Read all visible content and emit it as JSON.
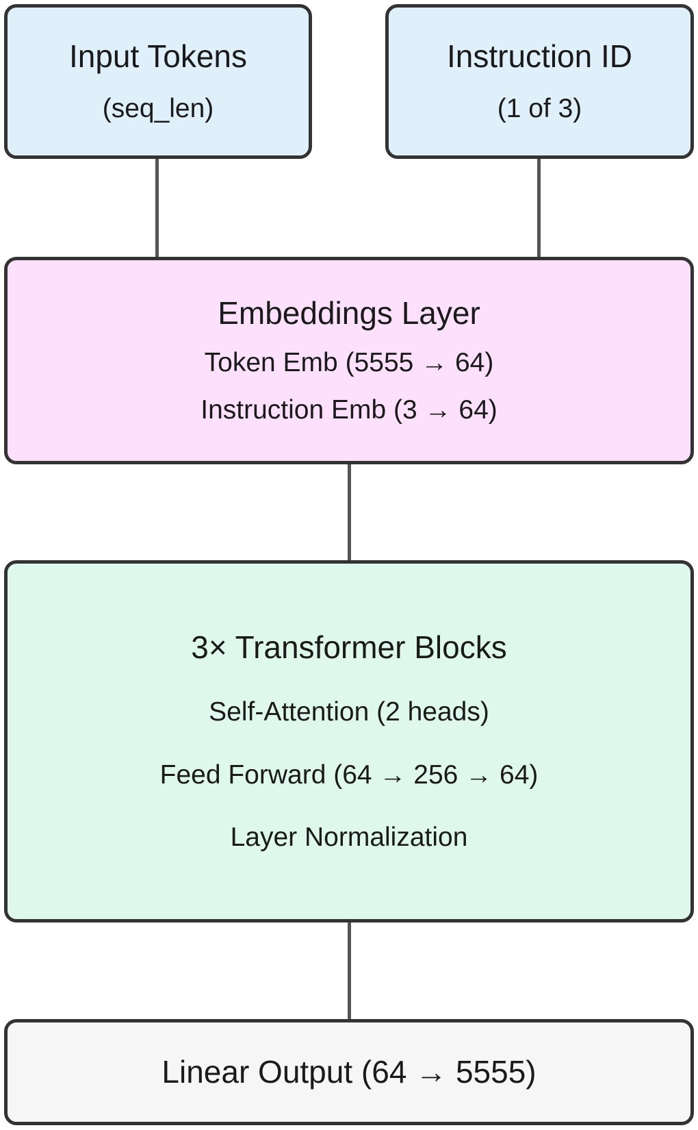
{
  "input_tokens": {
    "title": "Input Tokens",
    "subtitle": "(seq_len)"
  },
  "instruction_id": {
    "title": "Instruction ID",
    "subtitle": "(1 of 3)"
  },
  "embeddings_layer": {
    "title": "Embeddings Layer",
    "lines": [
      "Token Emb (5555 → 64)",
      "Instruction Emb (3 → 64)"
    ]
  },
  "transformer_blocks": {
    "title": "3× Transformer Blocks",
    "lines": [
      "Self-Attention (2 heads)",
      "Feed Forward (64 → 256 → 64)",
      "Layer Normalization"
    ]
  },
  "linear_output": {
    "title": "Linear Output (64 → 5555)"
  },
  "colors": {
    "input_fill": "#dff0fb",
    "embed_fill": "#fce0fc",
    "transformer_fill": "#def8ec",
    "output_fill": "#f6f6f6",
    "border": "#333333",
    "connector": "#555555"
  }
}
